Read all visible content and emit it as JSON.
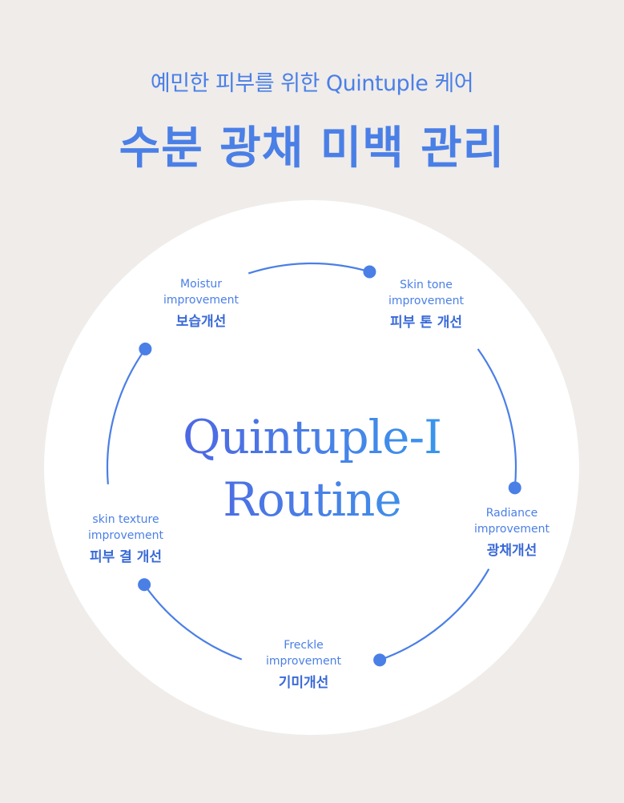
{
  "header": {
    "subtitle": "예민한 피부를 위한 Quintuple 케어",
    "title": "수분 광채 미백 관리"
  },
  "center": {
    "line1": "Quintuple-I",
    "line2": "Routine"
  },
  "steps": [
    {
      "en1": "Moistur",
      "en2": "improvement",
      "ko": "보습개선"
    },
    {
      "en1": "Skin tone",
      "en2": "improvement",
      "ko": "피부 톤 개선"
    },
    {
      "en1": "Radiance",
      "en2": "improvement",
      "ko": "광채개선"
    },
    {
      "en1": "Freckle",
      "en2": "improvement",
      "ko": "기미개선"
    },
    {
      "en1": "skin texture",
      "en2": "improvement",
      "ko": "피부 결 개선"
    }
  ],
  "colors": {
    "accent": "#4a7fe6",
    "background": "#efecea"
  }
}
